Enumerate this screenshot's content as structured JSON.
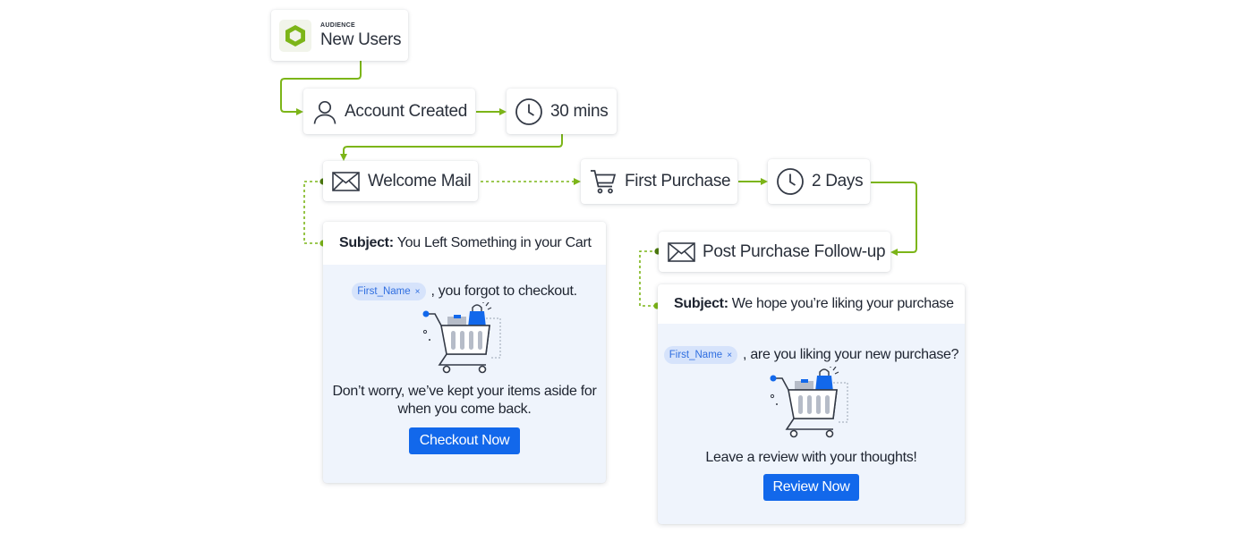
{
  "audience": {
    "kicker": "AUDIENCE",
    "title": "New Users",
    "icon": "hexagon-logo-icon"
  },
  "steps": {
    "account_created": {
      "label": "Account Created",
      "icon": "user-icon"
    },
    "wait_1": {
      "label": "30 mins",
      "icon": "clock-icon"
    },
    "welcome_mail": {
      "label": "Welcome Mail",
      "icon": "mail-icon"
    },
    "first_purchase": {
      "label": "First Purchase",
      "icon": "cart-icon"
    },
    "wait_2": {
      "label": "2 Days",
      "icon": "clock-icon"
    },
    "post_purchase": {
      "label": "Post Purchase Follow-up",
      "icon": "mail-icon"
    }
  },
  "emails": {
    "cart": {
      "subject_prefix": "Subject:",
      "subject": "You Left Something in your Cart",
      "chip": "First_Name",
      "chip_remove": "×",
      "greeting": ", you forgot to checkout.",
      "body": "Don’t worry, we’ve kept your items aside for when you come back.",
      "button": "Checkout Now"
    },
    "review": {
      "subject_prefix": "Subject:",
      "subject": "We hope you’re liking your purchase",
      "chip": "First_Name",
      "chip_remove": "×",
      "greeting": ", are you liking your new purchase?",
      "body": "Leave a review with your thoughts!",
      "button": "Review Now"
    }
  },
  "colors": {
    "connector": "#7cb518",
    "connector_dark": "#4d7a0e",
    "accent_blue": "#1268eb",
    "chip_bg": "#d6e3fb",
    "email_bg": "#eff4fc"
  }
}
